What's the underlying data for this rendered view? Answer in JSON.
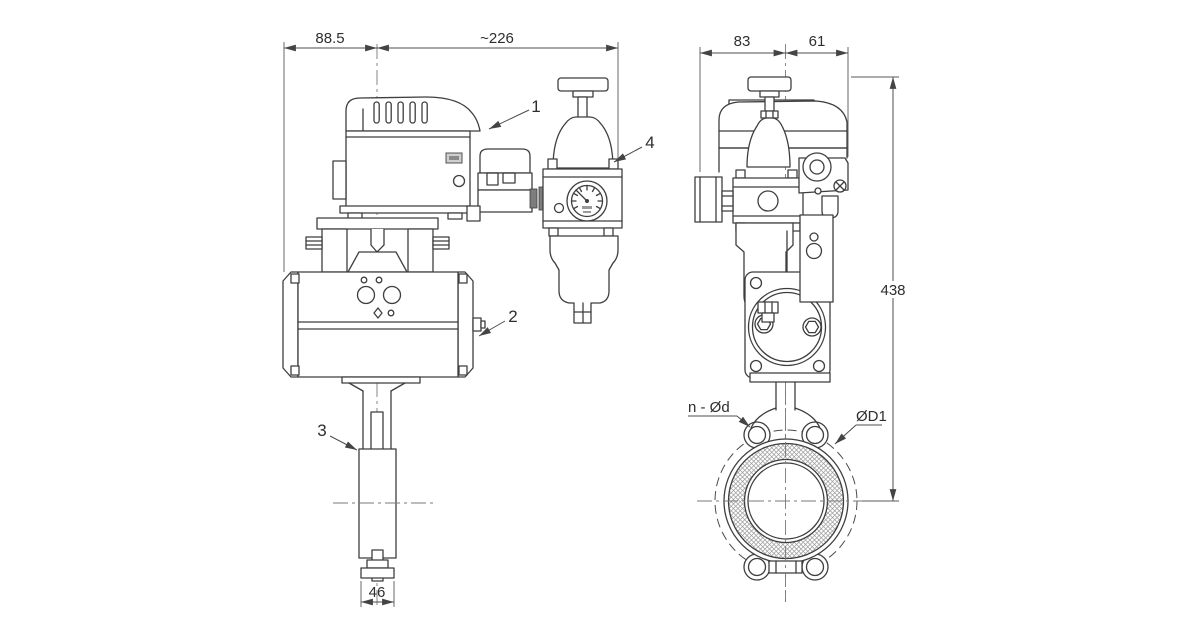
{
  "drawing": {
    "background": "#ffffff",
    "line_color": "#3e3e3e",
    "dim_color": "#4c4c4c",
    "text_color": "#2e2e2e",
    "hatch_color": "#9a9a9a"
  },
  "front_view": {
    "dim_offset": "88.5",
    "dim_overall_width": "~226",
    "dim_body_width": "46",
    "part_1": "1",
    "part_2": "2",
    "part_3": "3",
    "part_4": "4"
  },
  "side_view": {
    "dim_left": "83",
    "dim_right": "61",
    "dim_overall_height": "438",
    "label_bolt_holes": "n - Ød",
    "label_flange_diameter": "ØD1"
  }
}
